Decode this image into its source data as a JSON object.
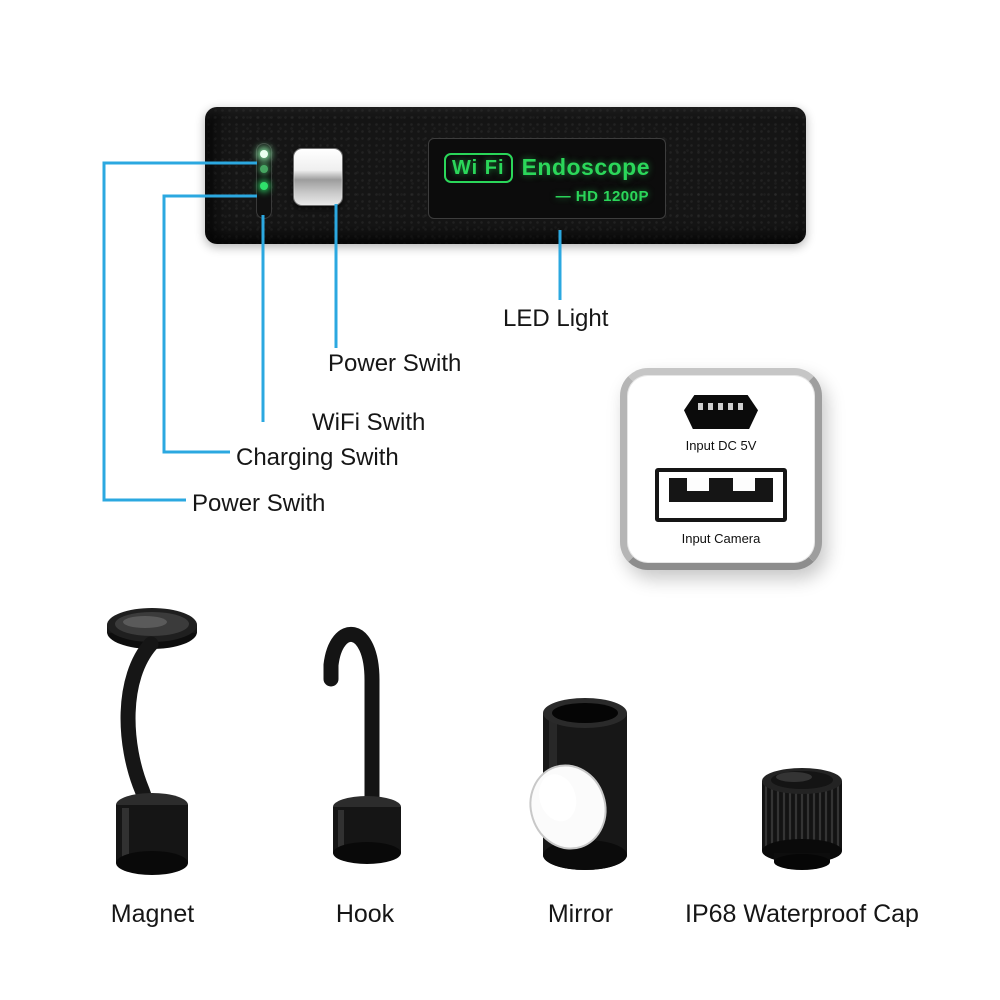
{
  "device": {
    "wifi_badge": "Wi Fi",
    "brand": "Endoscope",
    "model": "— HD 1200P"
  },
  "callouts": {
    "led_light": "LED Light",
    "power_switch_top": "Power Swith",
    "wifi_switch": "WiFi Swith",
    "charging_switch": "Charging Swith",
    "power_switch_bottom": "Power Swith"
  },
  "usb_inset": {
    "micro_usb_label": "Input DC 5V",
    "usb_a_label": "Input Camera"
  },
  "accessories": [
    {
      "name": "Magnet"
    },
    {
      "name": "Hook"
    },
    {
      "name": "Mirror"
    },
    {
      "name": "IP68 Waterproof Cap"
    }
  ],
  "colors": {
    "callout-line": "#2ba8e0",
    "brand-green": "#2bd75a",
    "label-text": "#161616"
  }
}
